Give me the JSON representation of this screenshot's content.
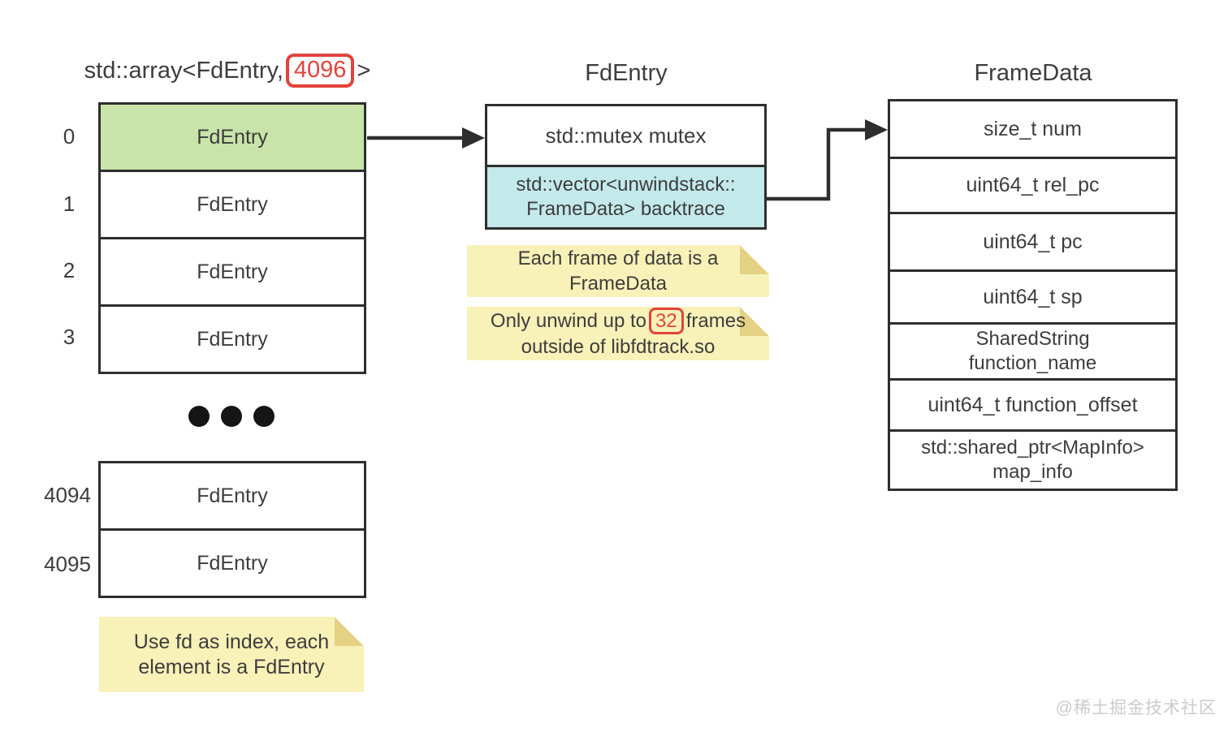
{
  "array": {
    "title": {
      "prefix": "std::array<FdEntry,",
      "highlight": "4096",
      "suffix": ">"
    },
    "top_rows": [
      {
        "index": "0",
        "label": "FdEntry",
        "highlight": true
      },
      {
        "index": "1",
        "label": "FdEntry",
        "highlight": false
      },
      {
        "index": "2",
        "label": "FdEntry",
        "highlight": false
      },
      {
        "index": "3",
        "label": "FdEntry",
        "highlight": false
      }
    ],
    "ellipsis": "...",
    "bottom_rows": [
      {
        "index": "4094",
        "label": "FdEntry"
      },
      {
        "index": "4095",
        "label": "FdEntry"
      }
    ],
    "note": {
      "line1": "Use fd as index, each",
      "line2": "element is a FdEntry"
    }
  },
  "fdentry": {
    "title": "FdEntry",
    "row1": "std::mutex mutex",
    "row2_line1": "std::vector<unwindstack::",
    "row2_line2": "FrameData> backtrace",
    "note1": {
      "line1": "Each frame of data is a",
      "line2": "FrameData"
    },
    "note2": {
      "line1_before": "Only unwind up to",
      "line1_highlight": "32",
      "line1_after": "frames",
      "line2": "outside of libfdtrack.so"
    }
  },
  "framedata": {
    "title": "FrameData",
    "rows": [
      {
        "label": "size_t num"
      },
      {
        "label": "uint64_t rel_pc"
      },
      {
        "label": "uint64_t pc"
      },
      {
        "label": "uint64_t sp"
      },
      {
        "line1": "SharedString",
        "line2": "function_name"
      },
      {
        "label": "uint64_t function_offset"
      },
      {
        "line1": "std::shared_ptr<MapInfo>",
        "line2": "map_info"
      }
    ]
  },
  "watermark": "@稀土掘金技术社区",
  "colors": {
    "highlight_red": "#e2433c",
    "row_green": "#c9e4a9",
    "row_cyan": "#c3e9ea",
    "note_yellow": "#f8f1b8",
    "note_fold": "#e4d184",
    "border_dark": "#2e2e2e",
    "text_dark": "#3d3d3d",
    "watermark_gray": "#cbcbcb"
  }
}
